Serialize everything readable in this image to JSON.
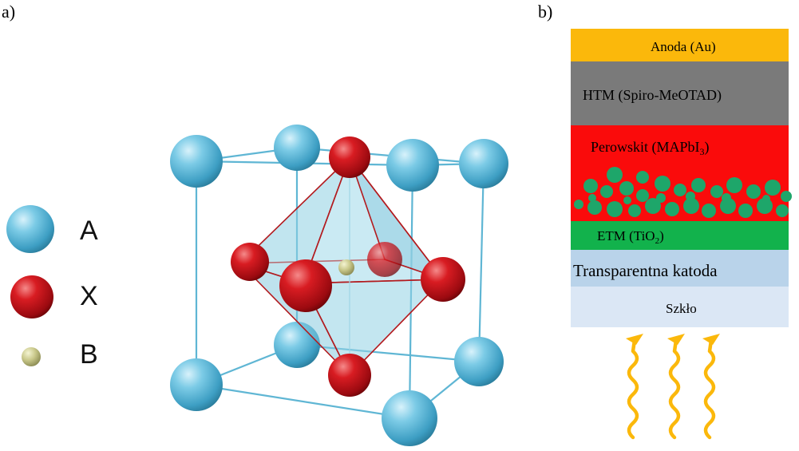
{
  "panel_a": {
    "label": "a)",
    "legend": [
      {
        "symbol": "A",
        "color": "#4fb3d6"
      },
      {
        "symbol": "X",
        "color": "#c8141c"
      },
      {
        "symbol": "B",
        "color": "#c9c88a"
      }
    ]
  },
  "panel_b": {
    "label": "b)",
    "layers": [
      {
        "id": "anode",
        "text": "Anoda (Au)",
        "color": "#fbb80b"
      },
      {
        "id": "htm",
        "text": "HTM (Spiro-MeOTAD)",
        "color": "#7a7a7a"
      },
      {
        "id": "perovskite",
        "text_main": "Perowskit (MAPbI",
        "text_sub": "3",
        "text_end": ")",
        "color": "#fa0b0b",
        "dot_color": "#1ea66a"
      },
      {
        "id": "etm",
        "text_main": "ETM (TiO",
        "text_sub": "2",
        "text_end": ")",
        "color": "#12b24c"
      },
      {
        "id": "cathode",
        "text": "Transparentna katoda",
        "color": "#b9d3ea"
      },
      {
        "id": "glass",
        "text": "Szkło",
        "color": "#dbe7f5"
      }
    ],
    "light_color": "#fbb80b"
  }
}
